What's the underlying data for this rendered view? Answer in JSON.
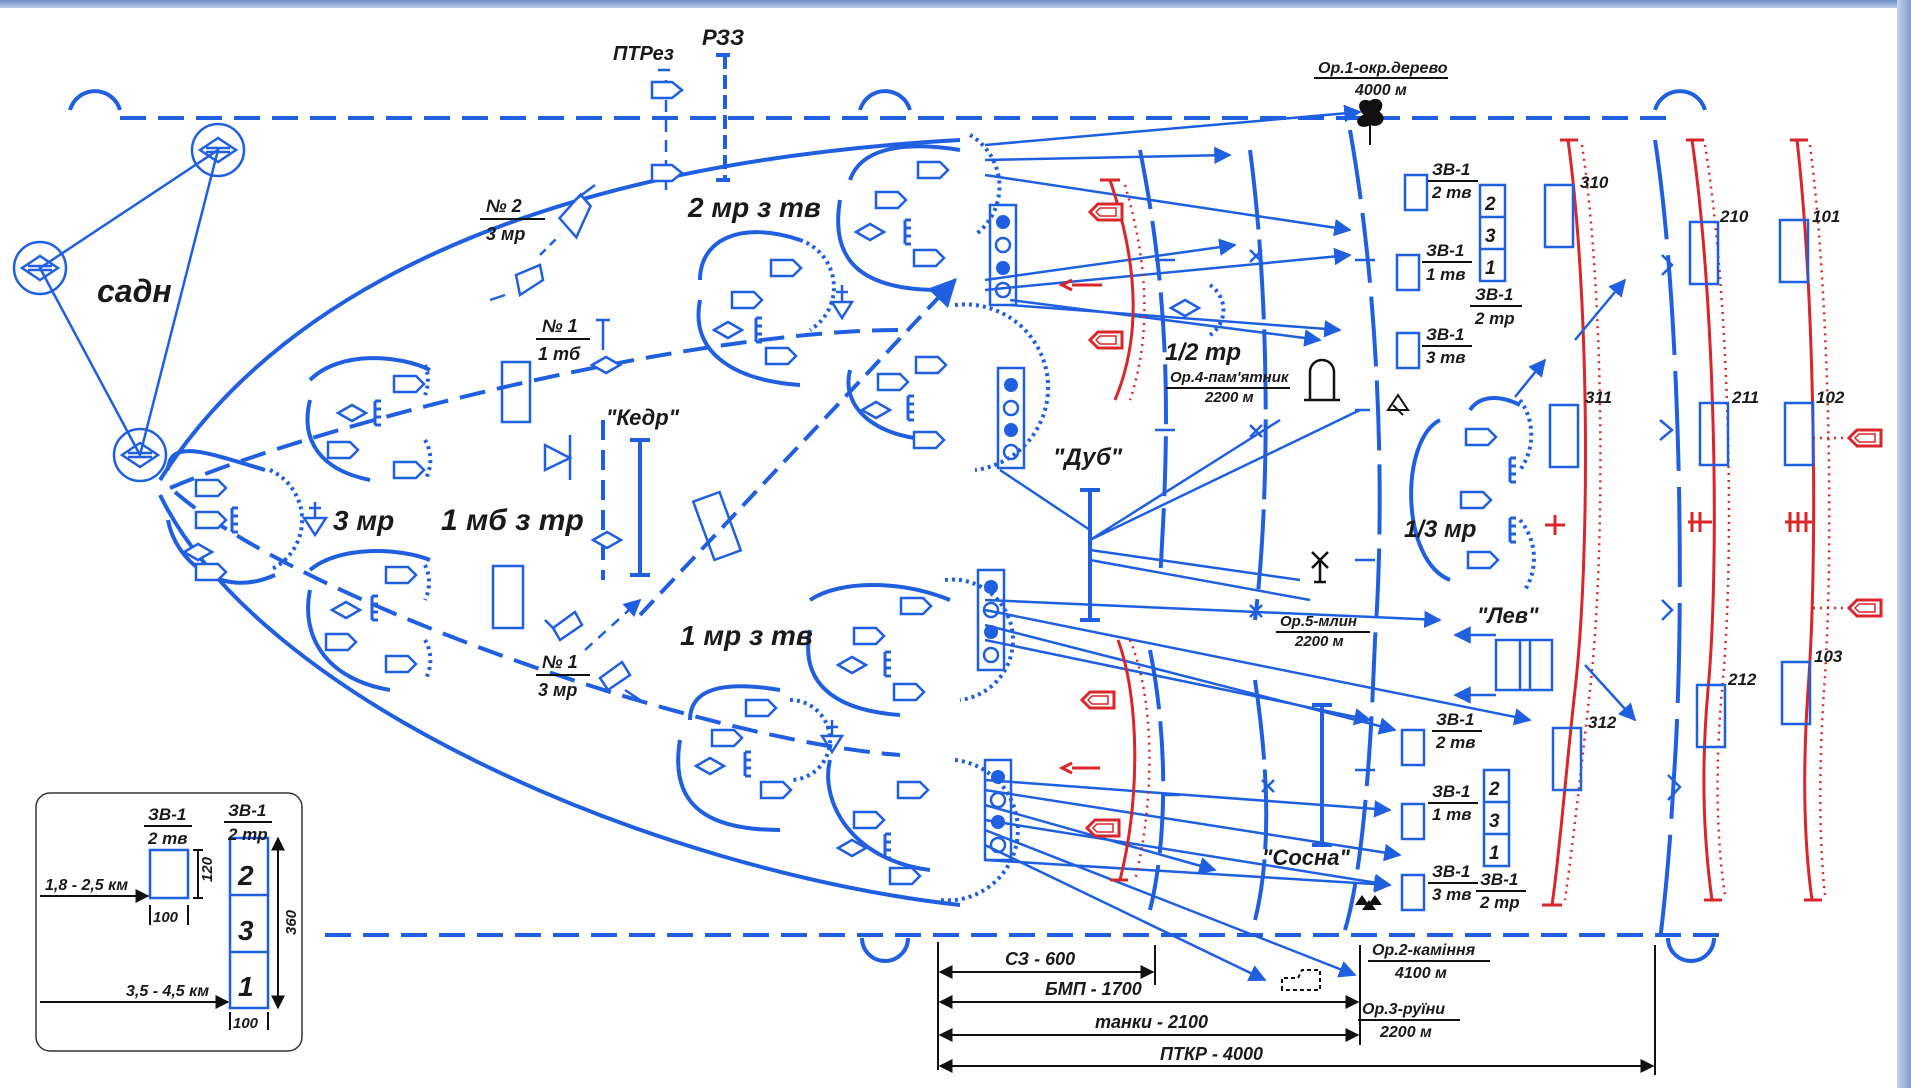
{
  "colors": {
    "own_forces": "#1f5fe0",
    "enemy": "#d9262b",
    "text": "#1a1a1a",
    "frame": "#6f8fc8"
  },
  "icons": [
    "diamond-unit-icon",
    "tank-unit-icon",
    "mortar-unit-icon",
    "post-icon",
    "landmark-tree-icon",
    "landmark-monument-icon",
    "landmark-ruins-icon",
    "landmark-mill-icon",
    "landmark-stones-icon",
    "helicopter-pad-icon"
  ],
  "labels": {
    "sadn": "садн",
    "mr3": "3 мр",
    "mb1": "1 мб з тр",
    "mr2": "2 мр з тв",
    "mr1": "1 мр з тв",
    "tr12": "1/2 тр",
    "mr13": "1/3 мр",
    "ptrez": "ПТРез",
    "rzz": "РЗЗ",
    "kedr": "\"Кедр\"",
    "dub": "\"Дуб\"",
    "lev": "\"Лев\"",
    "sosna": "\"Сосна\""
  },
  "fractions": [
    {
      "id": "no2-3mr",
      "top": "№ 2",
      "bottom": "3 мр"
    },
    {
      "id": "no1-1tb",
      "top": "№ 1",
      "bottom": "1 тб"
    },
    {
      "id": "no1-3mr",
      "top": "№ 1",
      "bottom": "3 мр"
    },
    {
      "id": "zv1-2te-a",
      "top": "ЗВ-1",
      "bottom": "2 тв"
    },
    {
      "id": "zv1-1te-a",
      "top": "ЗВ-1",
      "bottom": "1 тв"
    },
    {
      "id": "zv1-2tr-a",
      "top": "ЗВ-1",
      "bottom": "2 тр"
    },
    {
      "id": "zv1-3te-a",
      "top": "ЗВ-1",
      "bottom": "3 тв"
    },
    {
      "id": "zv1-2te-b",
      "top": "ЗВ-1",
      "bottom": "2 тв"
    },
    {
      "id": "zv1-1te-b",
      "top": "ЗВ-1",
      "bottom": "1 тв"
    },
    {
      "id": "zv1-3te-b",
      "top": "ЗВ-1",
      "bottom": "3 тв"
    },
    {
      "id": "zv1-2tr-b",
      "top": "ЗВ-1",
      "bottom": "2 тр"
    },
    {
      "id": "op1",
      "top": "Ор.1-окр.дерево",
      "bottom": "4000 м"
    },
    {
      "id": "op4",
      "top": "Ор.4-пам'ятник",
      "bottom": "2200 м"
    },
    {
      "id": "op5",
      "top": "Ор.5-млин",
      "bottom": "2200 м"
    },
    {
      "id": "op2",
      "top": "Ор.2-каміння",
      "bottom": "4100 м"
    },
    {
      "id": "op3",
      "top": "Ор.3-руїни",
      "bottom": "2200 м"
    }
  ],
  "stack_numbers": {
    "upper": [
      "2",
      "3",
      "1"
    ],
    "lower": [
      "2",
      "3",
      "1"
    ]
  },
  "targets": [
    "310",
    "311",
    "312",
    "210",
    "211",
    "212",
    "101",
    "102",
    "103"
  ],
  "ranges": [
    "СЗ - 600",
    "БМП - 1700",
    "танки - 2100",
    "ПТКР - 4000"
  ],
  "legend": {
    "zv_te_top": "ЗВ-1",
    "zv_te_bottom": "2 тв",
    "zv_tr_top": "ЗВ-1",
    "zv_tr_bottom": "2 тр",
    "dist_near": "1,8 - 2,5 км",
    "dist_far": "3,5 - 4,5 км",
    "h120": "120",
    "w100a": "100",
    "h360": "360",
    "w100b": "100",
    "numbers": [
      "2",
      "3",
      "1"
    ]
  }
}
